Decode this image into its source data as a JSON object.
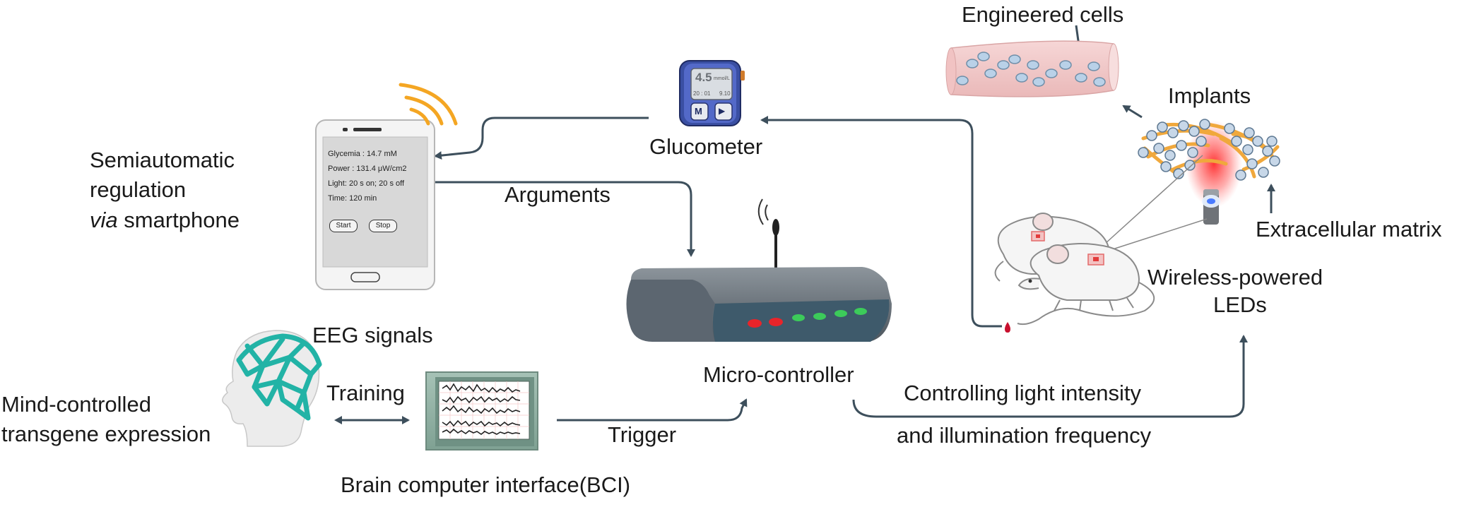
{
  "labels": {
    "engineered_cells": "Engineered cells",
    "implants": "Implants",
    "extracellular_matrix": "Extracellular matrix",
    "wireless_leds_1": "Wireless-powered",
    "wireless_leds_2": "LEDs",
    "glucometer": "Glucometer",
    "semi_1": "Semiautomatic",
    "semi_2": "regulation",
    "semi_3_italic": "via",
    "semi_3_rest": " smartphone",
    "arguments": "Arguments",
    "micro_controller": "Micro-controller",
    "eeg_signals": "EEG signals",
    "training": "Training",
    "mind_1": "Mind-controlled",
    "mind_2": "transgene expression",
    "trigger": "Trigger",
    "bci": "Brain computer interface(BCI)",
    "ctrl_1": "Controlling light intensity",
    "ctrl_2": "and illumination frequency"
  },
  "phone": {
    "glycemia": "Glycemia : 14.7 mM",
    "power": "Power : 131.4 μW/cm2",
    "light": "Light: 20 s on; 20 s off",
    "time": "Time: 120 min",
    "start": "Start",
    "stop": "Stop"
  },
  "glucometer_screen": {
    "reading": "4.5",
    "unit": "mmol/L",
    "time": "20 : 01",
    "date": "9.10",
    "btn_m": "M",
    "btn_play": "▶"
  },
  "colors": {
    "arrow": "#3d4f5c",
    "teal_brain": "#22b3a6",
    "router_body": "#5c6670",
    "router_front": "#3e5a6b",
    "led_red": "#e8242a",
    "led_green": "#3ccb5a",
    "wifi_orange": "#f4a623",
    "fiber_orange": "#f0a83c",
    "tissue_pink": "#f3c9c9",
    "monitor_green": "#93b3a6"
  }
}
